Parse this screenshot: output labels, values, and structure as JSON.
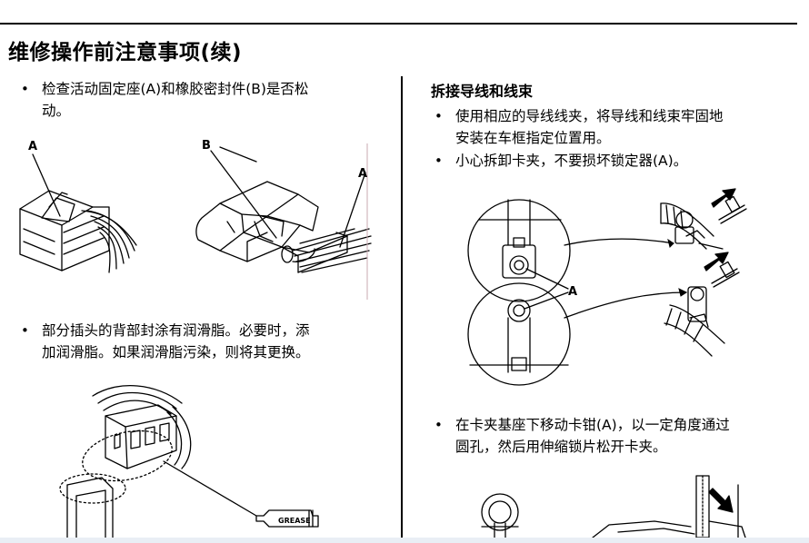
{
  "page": {
    "title": "维修操作前注意事项(续)"
  },
  "left_column": {
    "bullet1": {
      "line1": "检查活动固定座(A)和橡胶密封件(B)是否松",
      "line2": "动。"
    },
    "figure1": {
      "label_a_left": "A",
      "label_b": "B",
      "label_a_right": "A"
    },
    "bullet2": {
      "line1": "部分插头的背部封涂有润滑脂。必要时，添",
      "line2": "加润滑脂。如果润滑脂污染，则将其更换。"
    },
    "figure2": {
      "grease_label": "GREASE"
    }
  },
  "right_column": {
    "heading": "拆接导线和线束",
    "bullet1": {
      "line1": "使用相应的导线线夹，将导线和线束牢固地",
      "line2": "安装在车框指定位置用。"
    },
    "bullet2": {
      "line1": "小心拆卸卡夹，不要损坏锁定器(A)。"
    },
    "figure3": {
      "label_a": "A"
    },
    "bullet3": {
      "line1": "在卡夹基座下移动卡钳(A)，以一定角度通过",
      "line2": "圆孔，然后用伸缩锁片松开卡夹。"
    }
  },
  "colors": {
    "text": "#000000",
    "background": "#ffffff",
    "line_art": "#000000"
  }
}
